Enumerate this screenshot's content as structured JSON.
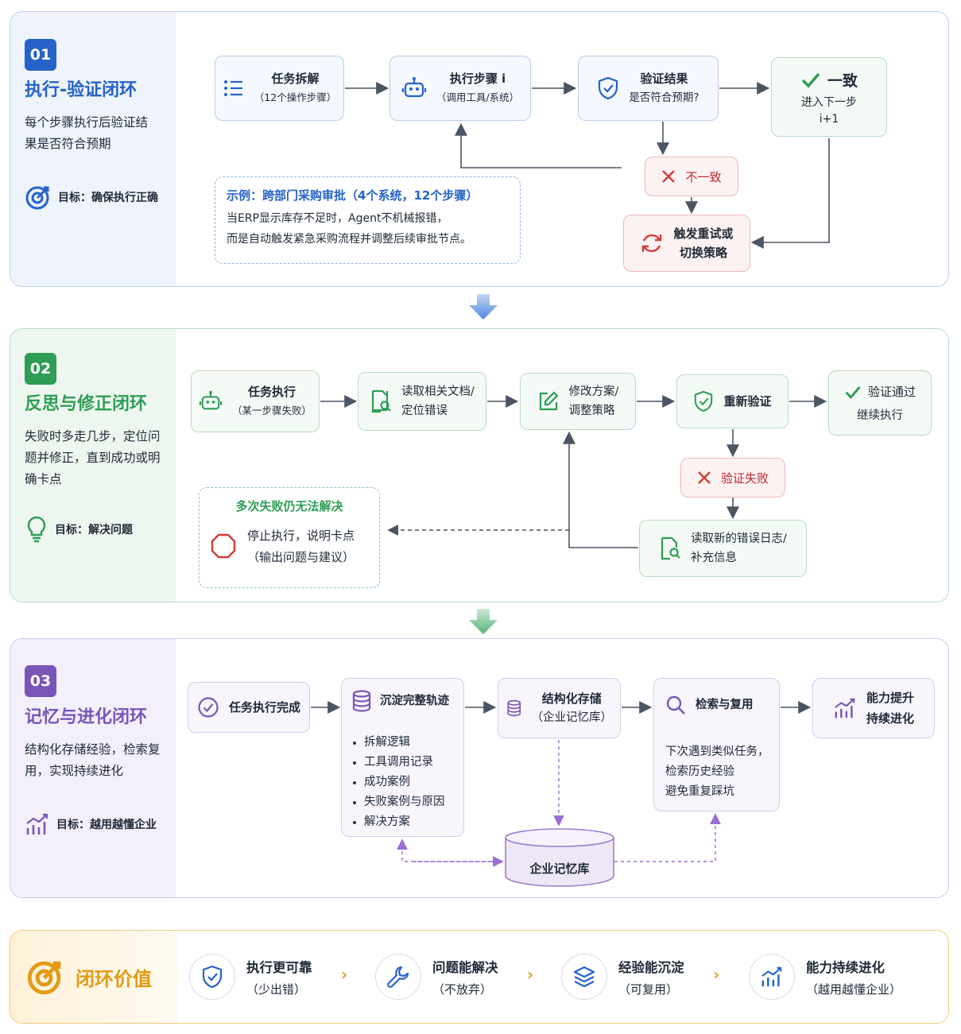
{
  "section1": {
    "num": "01",
    "title": "执行-验证闭环",
    "desc": "每个步骤执行后验证结果是否符合预期",
    "goal": "目标：确保执行正确",
    "nodes": {
      "decompose": {
        "title": "任务拆解",
        "sub": "（12个操作步骤）"
      },
      "execute": {
        "title": "执行步骤 i",
        "sub": "（调用工具/系统）"
      },
      "verify": {
        "title": "验证结果",
        "sub": "是否符合预期?"
      },
      "match": {
        "title": "一致",
        "sub": "进入下一步",
        "sub2": "i+1"
      },
      "mismatch": {
        "title": "不一致"
      },
      "retry": {
        "title": "触发重试或",
        "sub": "切换策略"
      }
    },
    "example": {
      "title": "示例：跨部门采购审批（4个系统，12个步骤）",
      "line1": "当ERP显示库存不足时，Agent不机械报错，",
      "line2": "而是自动触发紧急采购流程并调整后续审批节点。"
    }
  },
  "section2": {
    "num": "02",
    "title": "反思与修正闭环",
    "desc": "失败时多走几步，定位问题并修正，直到成功或明确卡点",
    "goal": "目标：解决问题",
    "nodes": {
      "exec": {
        "title": "任务执行",
        "sub": "（某一步骤失败）"
      },
      "read": {
        "title": "读取相关文档/",
        "sub": "定位错误"
      },
      "modify": {
        "title": "修改方案/",
        "sub": "调整策略"
      },
      "reverify": {
        "title": "重新验证"
      },
      "pass": {
        "title": "验证通过",
        "sub": "继续执行"
      },
      "fail": {
        "title": "验证失败"
      },
      "newlog": {
        "title": "读取新的错误日志/",
        "sub": "补充信息"
      }
    },
    "stuck": {
      "title": "多次失败仍无法解决",
      "line1": "停止执行，说明卡点",
      "line2": "（输出问题与建议）"
    }
  },
  "section3": {
    "num": "03",
    "title": "记忆与进化闭环",
    "desc": "结构化存储经验，检索复用，实现持续进化",
    "goal": "目标：越用越懂企业",
    "nodes": {
      "done": {
        "title": "任务执行完成"
      },
      "trace": {
        "title": "沉淀完整轨迹",
        "items": [
          "拆解逻辑",
          "工具调用记录",
          "成功案例",
          "失败案例与原因",
          "解决方案"
        ]
      },
      "store": {
        "title": "结构化存储",
        "sub": "（企业记忆库）"
      },
      "retrieve": {
        "title": "检索与复用",
        "lines": [
          "下次遇到类似任务，",
          "检索历史经验",
          "避免重复踩坑"
        ]
      },
      "improve": {
        "title": "能力提升",
        "sub": "持续进化"
      },
      "db": {
        "title": "企业记忆库"
      }
    }
  },
  "value": {
    "title": "闭环价值",
    "cards": [
      {
        "title": "执行更可靠",
        "sub": "（少出错）",
        "icon": "shield-check-icon"
      },
      {
        "title": "问题能解决",
        "sub": "（不放弃）",
        "icon": "wrench-icon"
      },
      {
        "title": "经验能沉淀",
        "sub": "（可复用）",
        "icon": "layers-icon"
      },
      {
        "title": "能力持续进化",
        "sub": "（越用越懂企业）",
        "icon": "chart-growth-icon"
      }
    ],
    "chevron": "›"
  },
  "colors": {
    "blue": "#2563c9",
    "green": "#2f9d55",
    "purple": "#7a55b8",
    "orange": "#e39a16",
    "red": "#d43b3b"
  }
}
